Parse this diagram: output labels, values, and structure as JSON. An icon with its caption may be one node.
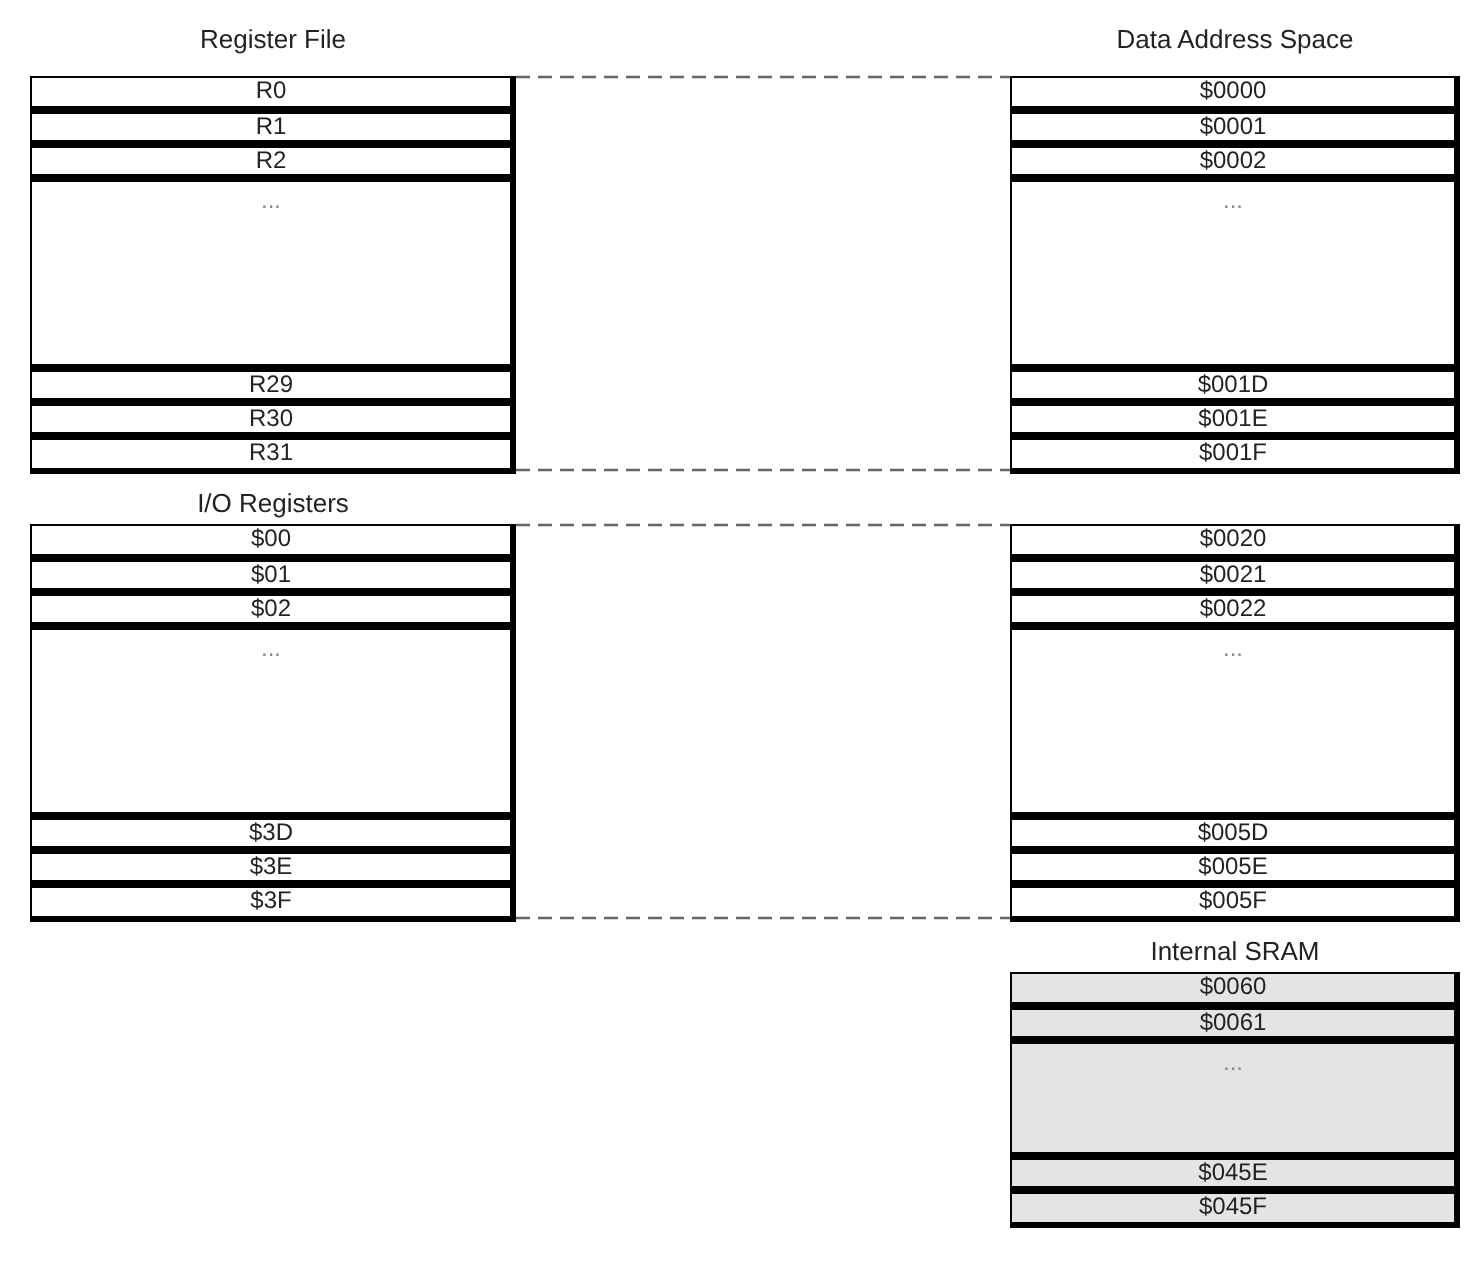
{
  "diagram": {
    "nodes": [
      {
        "text": [
          "Register File"
        ]
      },
      {
        "text": [
          "R0"
        ],
        "in": 0
      },
      {
        "text": [
          "R1"
        ],
        "in": 0
      },
      {
        "text": [
          "R2"
        ],
        "in": 0
      },
      {
        "text": [
          "..."
        ],
        "in": 0
      },
      {
        "text": [
          "R29"
        ],
        "in": 0
      },
      {
        "text": [
          "R30"
        ],
        "in": 0
      },
      {
        "text": [
          "R31"
        ],
        "in": 0
      },
      {
        "text": [
          "I/O Registers"
        ]
      },
      {
        "text": [
          "$00"
        ],
        "in": 8
      },
      {
        "text": [
          "$01"
        ],
        "in": 8
      },
      {
        "text": [
          "$02"
        ],
        "in": 8
      },
      {
        "text": [
          "..."
        ],
        "in": 8
      },
      {
        "text": [
          "$3D"
        ],
        "in": 8
      },
      {
        "text": [
          "$3E"
        ],
        "in": 8
      },
      {
        "text": [
          "$3F"
        ],
        "in": 8
      },
      {
        "text": [
          "Data Address Space"
        ]
      },
      {
        "text": [
          "$0000"
        ],
        "in": 16
      },
      {
        "text": [
          "$0001"
        ],
        "in": 16
      },
      {
        "text": [
          "$0002"
        ],
        "in": 16
      },
      {
        "text": [
          "..."
        ],
        "in": 16
      },
      {
        "text": [
          "$001D"
        ],
        "in": 16
      },
      {
        "text": [
          "$001E"
        ],
        "in": 16
      },
      {
        "text": [
          "$001F"
        ],
        "in": 16
      },
      {
        "text": [
          "$0020"
        ],
        "in": 16
      },
      {
        "text": [
          "$0021"
        ],
        "in": 16
      },
      {
        "text": [
          "$0022"
        ],
        "in": 16
      },
      {
        "text": [
          "..."
        ],
        "in": 16
      },
      {
        "text": [
          "$005D"
        ],
        "in": 16
      },
      {
        "text": [
          "$005E"
        ],
        "in": 16
      },
      {
        "text": [
          "$005F"
        ],
        "in": 16
      },
      {
        "text": [
          "Internal SRAM"
        ]
      },
      {
        "text": [
          "$0060"
        ],
        "in": 31
      },
      {
        "text": [
          "$0061"
        ],
        "in": 31
      },
      {
        "text": [
          "..."
        ],
        "in": 31
      },
      {
        "text": [
          "$045E"
        ],
        "in": 31
      },
      {
        "text": [
          "$045F"
        ],
        "in": 31
      }
    ],
    "edges": [
      {
        "from": 1,
        "to": 17,
        "arrow": "none",
        "style": "dashed"
      },
      {
        "from": 7,
        "to": 23,
        "arrow": "none",
        "style": "dashed"
      },
      {
        "from": 9,
        "to": 24,
        "arrow": "none",
        "style": "dashed"
      },
      {
        "from": 15,
        "to": 30,
        "arrow": "none",
        "style": "dashed"
      }
    ]
  }
}
